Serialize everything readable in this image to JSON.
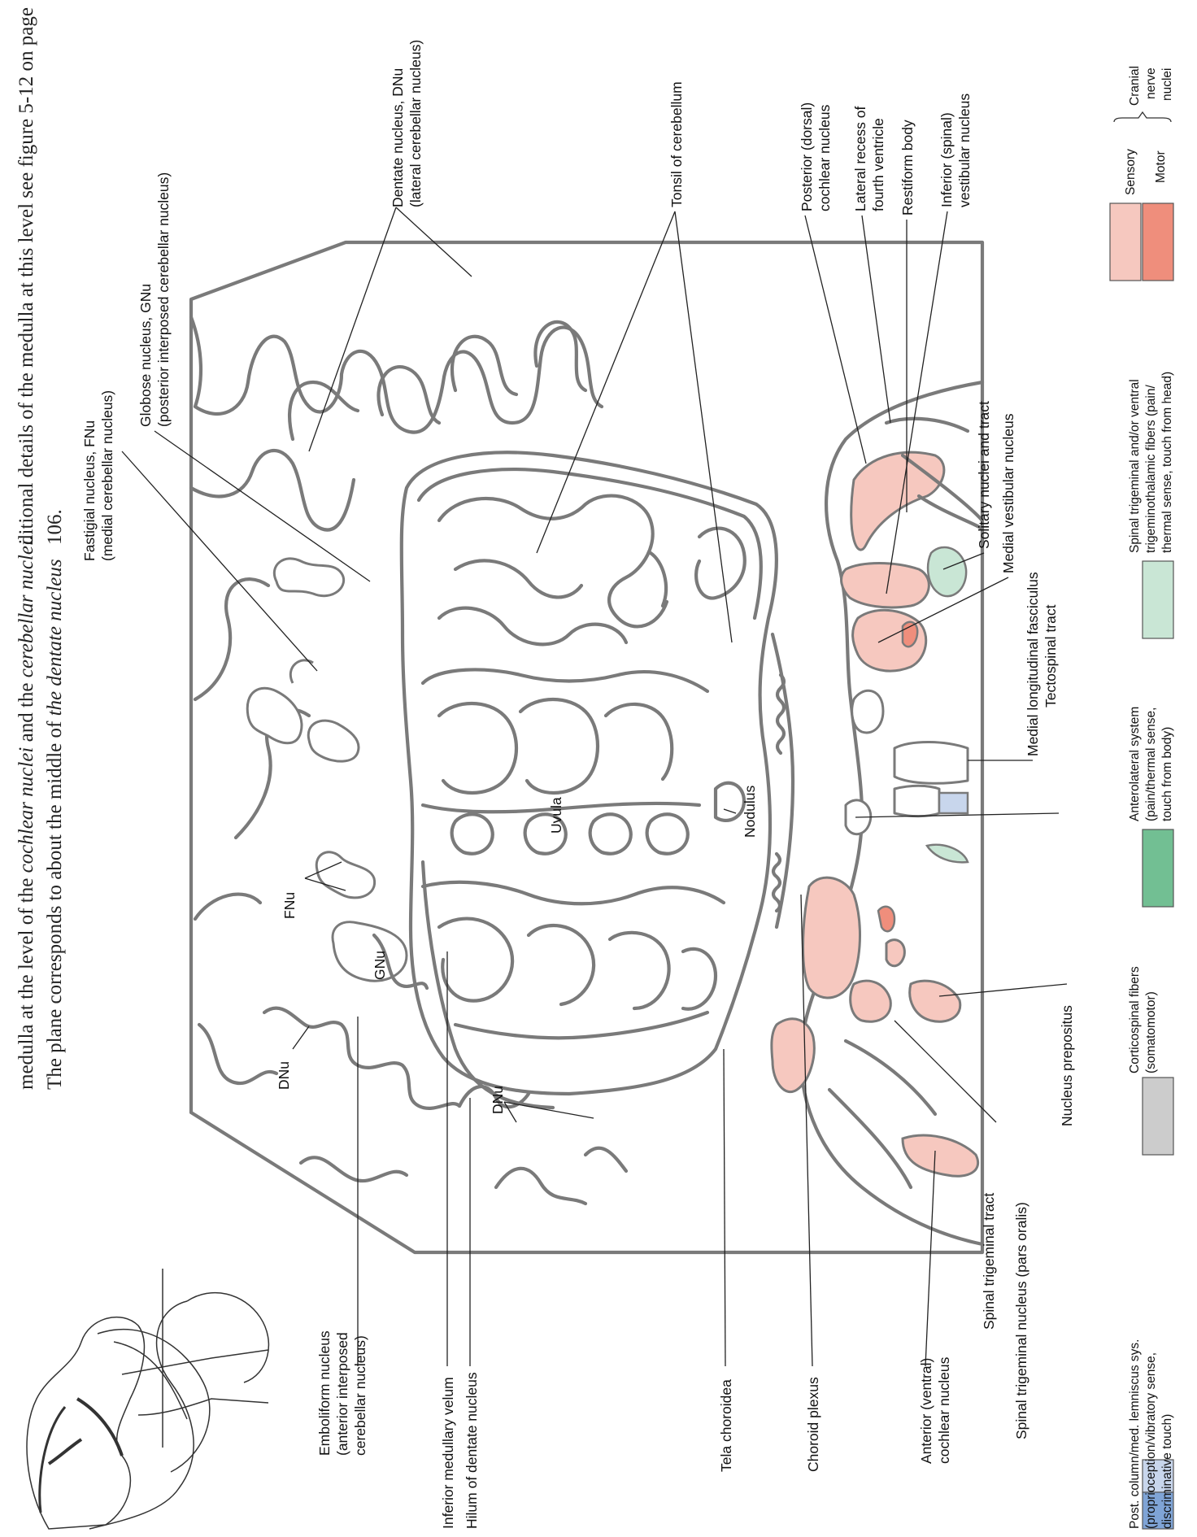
{
  "caption": {
    "line1": "medulla at the level of the ",
    "line1_italic": "cochlear nuclei",
    "line1_mid": " and the ",
    "line1_italic2": "cerebellar nuclei.",
    "line2": "The plane corresponds to about the middle of ",
    "line2_italic": "the dentate nucleus",
    "line3": "ditional details of the medulla at this level see figure 5-12 on page",
    "line4": "106."
  },
  "labels": {
    "fastigial": [
      "Fastigial nucleus, FNu",
      "(medial cerebellar nucleus)"
    ],
    "globose": [
      "Globose nucleus, GNu",
      "(posterior interposed cerebellar nucleus)"
    ],
    "dentate": [
      "Dentate nucleus, DNu",
      "(lateral cerebellar nucleus)"
    ],
    "tonsil": "Tonsil of cerebellum",
    "posterior_cochlear": [
      "Posterior (dorsal)",
      "cochlear nucleus"
    ],
    "lateral_recess": [
      "Lateral recess of",
      "fourth ventricle"
    ],
    "restiform": "Restiform body",
    "inferior_vestibular": [
      "Inferior (spinal)",
      "vestibular nucleus"
    ],
    "solitary": "Solitary nuclei and tract",
    "medial_vestibular": "Medial vestibular nucleus",
    "mlf": "Medial longitudinal fasciculus",
    "tectospinal": "Tectospinal tract",
    "uvula": "Uvula",
    "nodulus": "Nodulus",
    "fnu": "FNu",
    "gnu": "GNu",
    "dnu_left": "DNu",
    "dnu_bottom": "DNu",
    "nucleus_prepositus": "Nucleus prepositus",
    "spinal_trig_nucleus": "Spinal trigeminal nucleus (pars oralis)",
    "spinal_trig_tract": "Spinal trigeminal tract",
    "emboliform": [
      "Emboliform nucleus",
      "(anterior interposed",
      "cerebellar nucleus)"
    ],
    "inferior_medullary_velum": "Inferior medullary velum",
    "hilum": "Hilum of dentate nucleus",
    "tela": "Tela choroidea",
    "choroid_plexus": "Choroid plexus",
    "anterior_cochlear": [
      "Anterior (ventral)",
      "cochlear nucleus"
    ]
  },
  "legend": {
    "items": [
      {
        "label": [
          "Post. column/med. lemniscus sys.",
          "(proprioception/vibratory sense,",
          "discriminative touch)"
        ],
        "colors": [
          "#c8d6ec",
          "#7fa4d6"
        ]
      },
      {
        "label": [
          "Corticospinal fibers",
          "(somatomotor)"
        ],
        "colors": [
          "#cccccc"
        ]
      },
      {
        "label": [
          "Anterolateral system",
          "(pain/thermal sense,",
          "touch from body)"
        ],
        "colors": [
          "#72bf93"
        ]
      },
      {
        "label": [
          "Spinal trigeminal and/or ventral",
          "trigeminothalamic fibers (pain/",
          "thermal sense, touch from head)"
        ],
        "colors": [
          "#c9e6d5"
        ]
      }
    ],
    "sensory": "Sensory",
    "motor": "Motor",
    "cranial": [
      "Cranial",
      "nerve",
      "nuclei"
    ],
    "sensory_color": "#f6c8bf",
    "motor_color": "#ef8e7c"
  }
}
